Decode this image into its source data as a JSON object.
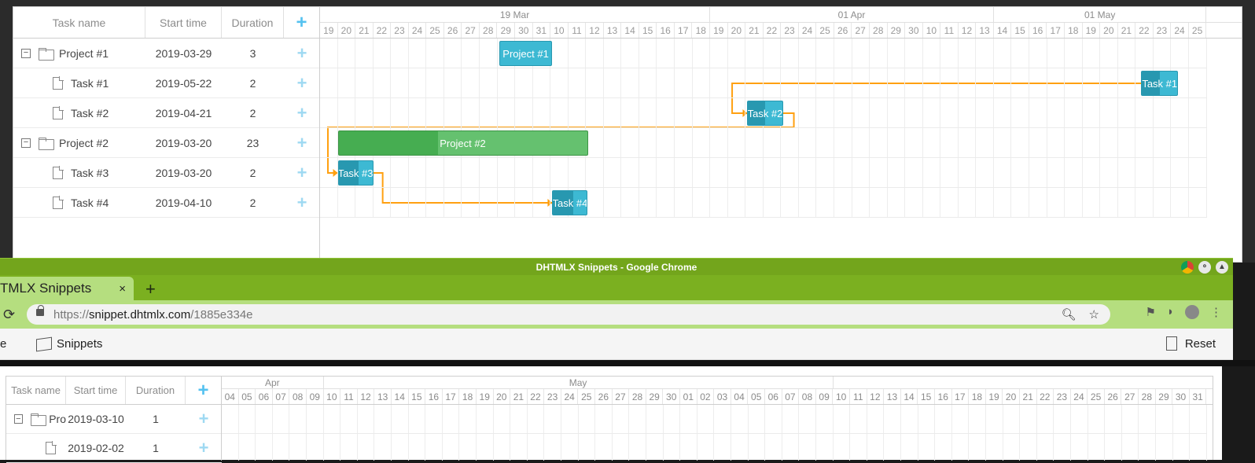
{
  "gantt_top": {
    "columns": {
      "task_name": "Task name",
      "start_time": "Start time",
      "duration": "Duration",
      "add": "+"
    },
    "scale_months": [
      {
        "label": "19 Mar"
      },
      {
        "label": "01 Apr"
      },
      {
        "label": "01 May"
      }
    ],
    "scale_days": [
      "19",
      "20",
      "21",
      "22",
      "23",
      "24",
      "25",
      "26",
      "27",
      "28",
      "29",
      "30",
      "31",
      "10",
      "11",
      "12",
      "13",
      "14",
      "15",
      "16",
      "17",
      "18",
      "19",
      "20",
      "21",
      "22",
      "23",
      "24",
      "25",
      "26",
      "27",
      "28",
      "29",
      "30",
      "10",
      "11",
      "12",
      "13",
      "14",
      "15",
      "16",
      "17",
      "18",
      "19",
      "20",
      "21",
      "22",
      "23",
      "24",
      "25"
    ],
    "rows": [
      {
        "name": "Project #1",
        "start": "2019-03-29",
        "duration": "3",
        "type": "project",
        "toggle": "−"
      },
      {
        "name": "Task #1",
        "start": "2019-05-22",
        "duration": "2",
        "type": "task"
      },
      {
        "name": "Task #2",
        "start": "2019-04-21",
        "duration": "2",
        "type": "task"
      },
      {
        "name": "Project #2",
        "start": "2019-03-20",
        "duration": "23",
        "type": "project",
        "toggle": "−"
      },
      {
        "name": "Task #3",
        "start": "2019-03-20",
        "duration": "2",
        "type": "task"
      },
      {
        "name": "Task #4",
        "start": "2019-04-10",
        "duration": "2",
        "type": "task"
      }
    ],
    "bars": [
      {
        "label": "Project #1",
        "kind": "proj-task",
        "progress": 0.0
      },
      {
        "label": "Task #1",
        "kind": "task",
        "progress": 0.5
      },
      {
        "label": "Task #2",
        "kind": "task",
        "progress": 0.5
      },
      {
        "label": "Project #2",
        "kind": "project",
        "progress": 0.4
      },
      {
        "label": "Task #3",
        "kind": "task",
        "progress": 0.6
      },
      {
        "label": "Task #4",
        "kind": "task",
        "progress": 0.6
      }
    ],
    "colors": {
      "task": "#3db9d3",
      "task_progress": "#2898b0",
      "project": "#65c16f",
      "project_progress": "#46ad51",
      "link": "#ffa011",
      "add": "#55c2f0"
    }
  },
  "chrome": {
    "window_title": "DHTMLX Snippets - Google Chrome",
    "tab_title": "TMLX Snippets",
    "tab_close": "×",
    "new_tab": "+",
    "url_scheme": "https://",
    "url_host": "snippet.dhtmlx.com",
    "url_path": "/1885e334e",
    "bookmark_partial": "e",
    "bookmark_snippets": "Snippets",
    "reset_label": "Reset"
  },
  "gantt_bottom": {
    "columns": {
      "task_name": "Task name",
      "start_time": "Start time",
      "duration": "Duration",
      "add": "+"
    },
    "scale_months": [
      {
        "label": "Apr"
      },
      {
        "label": "May"
      }
    ],
    "scale_days": [
      "04",
      "05",
      "06",
      "07",
      "08",
      "09",
      "10",
      "11",
      "12",
      "13",
      "14",
      "15",
      "16",
      "17",
      "18",
      "19",
      "20",
      "21",
      "22",
      "23",
      "24",
      "25",
      "26",
      "27",
      "28",
      "29",
      "30",
      "01",
      "02",
      "03",
      "04",
      "05",
      "06",
      "07",
      "08",
      "09",
      "10",
      "11",
      "12",
      "13",
      "14",
      "15",
      "16",
      "17",
      "18",
      "19",
      "20",
      "21",
      "22",
      "23",
      "24",
      "25",
      "26",
      "27",
      "28",
      "29",
      "30",
      "31"
    ],
    "rows": [
      {
        "name": "Pro",
        "start": "2019-03-10",
        "duration": "1",
        "type": "project",
        "toggle": "−"
      },
      {
        "name": "",
        "start": "2019-02-02",
        "duration": "1",
        "type": "task"
      }
    ]
  }
}
